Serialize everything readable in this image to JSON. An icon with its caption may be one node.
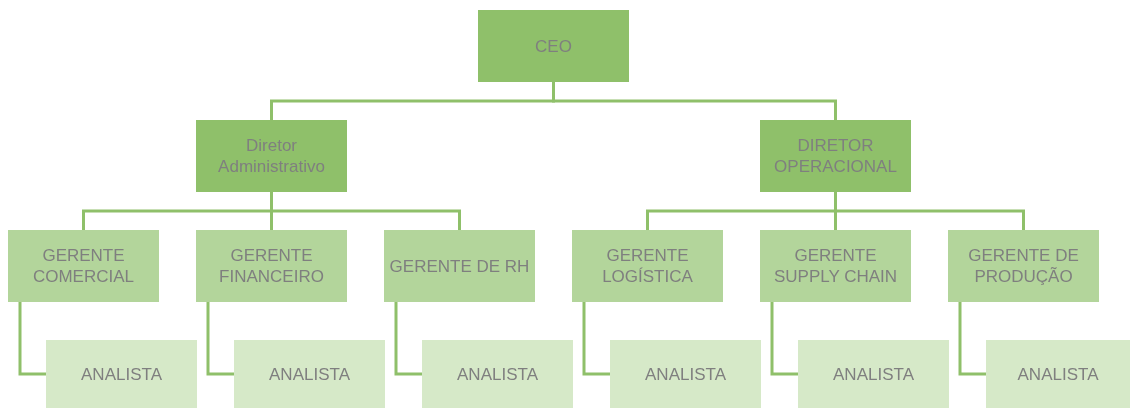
{
  "diagram": {
    "nodes": [
      {
        "text": [
          "CEO"
        ]
      },
      {
        "text": [
          "Diretor Administrativo"
        ]
      },
      {
        "text": [
          "DIRETOR OPERACIONAL"
        ]
      },
      {
        "text": [
          "GERENTE COMERCIAL"
        ]
      },
      {
        "text": [
          "GERENTE FINANCEIRO"
        ]
      },
      {
        "text": [
          "GERENTE DE RH"
        ]
      },
      {
        "text": [
          "GERENTE LOGÍSTICA"
        ]
      },
      {
        "text": [
          "GERENTE SUPPLY CHAIN"
        ]
      },
      {
        "text": [
          "GERENTE DE PRODUÇÃO"
        ]
      },
      {
        "text": [
          "ANALISTA"
        ]
      },
      {
        "text": [
          "ANALISTA"
        ]
      },
      {
        "text": [
          "ANALISTA"
        ]
      },
      {
        "text": [
          "ANALISTA"
        ]
      },
      {
        "text": [
          "ANALISTA"
        ]
      },
      {
        "text": [
          "ANALISTA"
        ]
      }
    ],
    "edges": [
      {
        "from": 0,
        "to": 1,
        "arrow": "none"
      },
      {
        "from": 0,
        "to": 2,
        "arrow": "none"
      },
      {
        "from": 1,
        "to": 3,
        "arrow": "none"
      },
      {
        "from": 1,
        "to": 4,
        "arrow": "none"
      },
      {
        "from": 1,
        "to": 5,
        "arrow": "none"
      },
      {
        "from": 2,
        "to": 6,
        "arrow": "none"
      },
      {
        "from": 2,
        "to": 7,
        "arrow": "none"
      },
      {
        "from": 2,
        "to": 8,
        "arrow": "none"
      },
      {
        "from": 3,
        "to": 9,
        "arrow": "none"
      },
      {
        "from": 4,
        "to": 10,
        "arrow": "none"
      },
      {
        "from": 5,
        "to": 11,
        "arrow": "none"
      },
      {
        "from": 6,
        "to": 12,
        "arrow": "none"
      },
      {
        "from": 7,
        "to": 13,
        "arrow": "none"
      },
      {
        "from": 8,
        "to": 14,
        "arrow": "none"
      }
    ]
  }
}
